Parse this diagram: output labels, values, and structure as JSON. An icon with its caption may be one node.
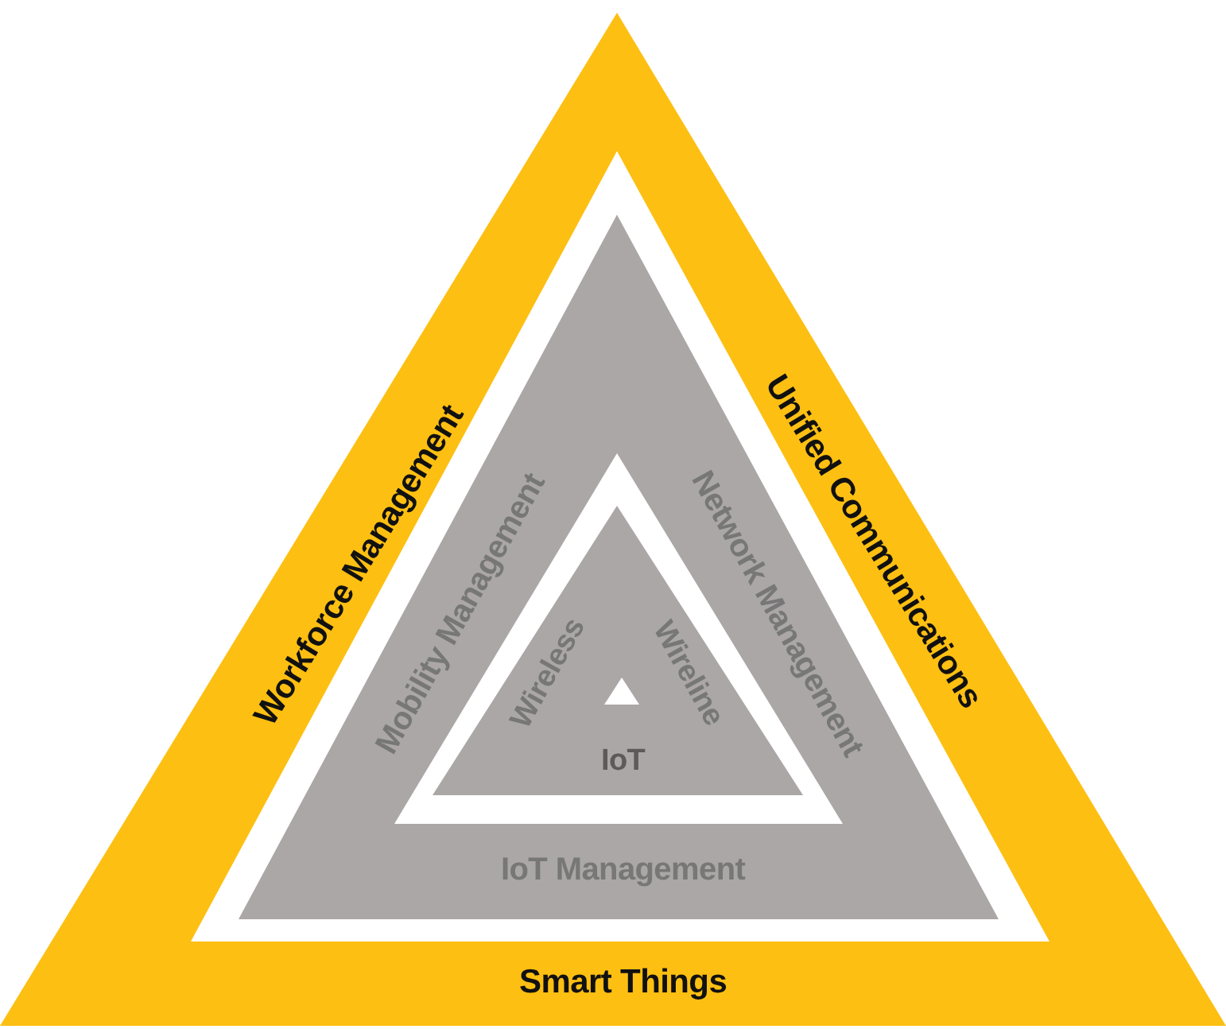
{
  "diagram": {
    "nodes": [
      {
        "text": [
          "Workforce Management",
          "Unified Communications",
          "Smart Things"
        ]
      },
      {
        "text": [
          "Mobility Management",
          "Network Management",
          "IoT Management"
        ],
        "in": 0
      },
      {
        "text": [
          "Wireless",
          "Wireline",
          "IoT"
        ],
        "in": 1
      },
      {
        "text": [],
        "shape": "triangle",
        "in": 2
      }
    ]
  }
}
